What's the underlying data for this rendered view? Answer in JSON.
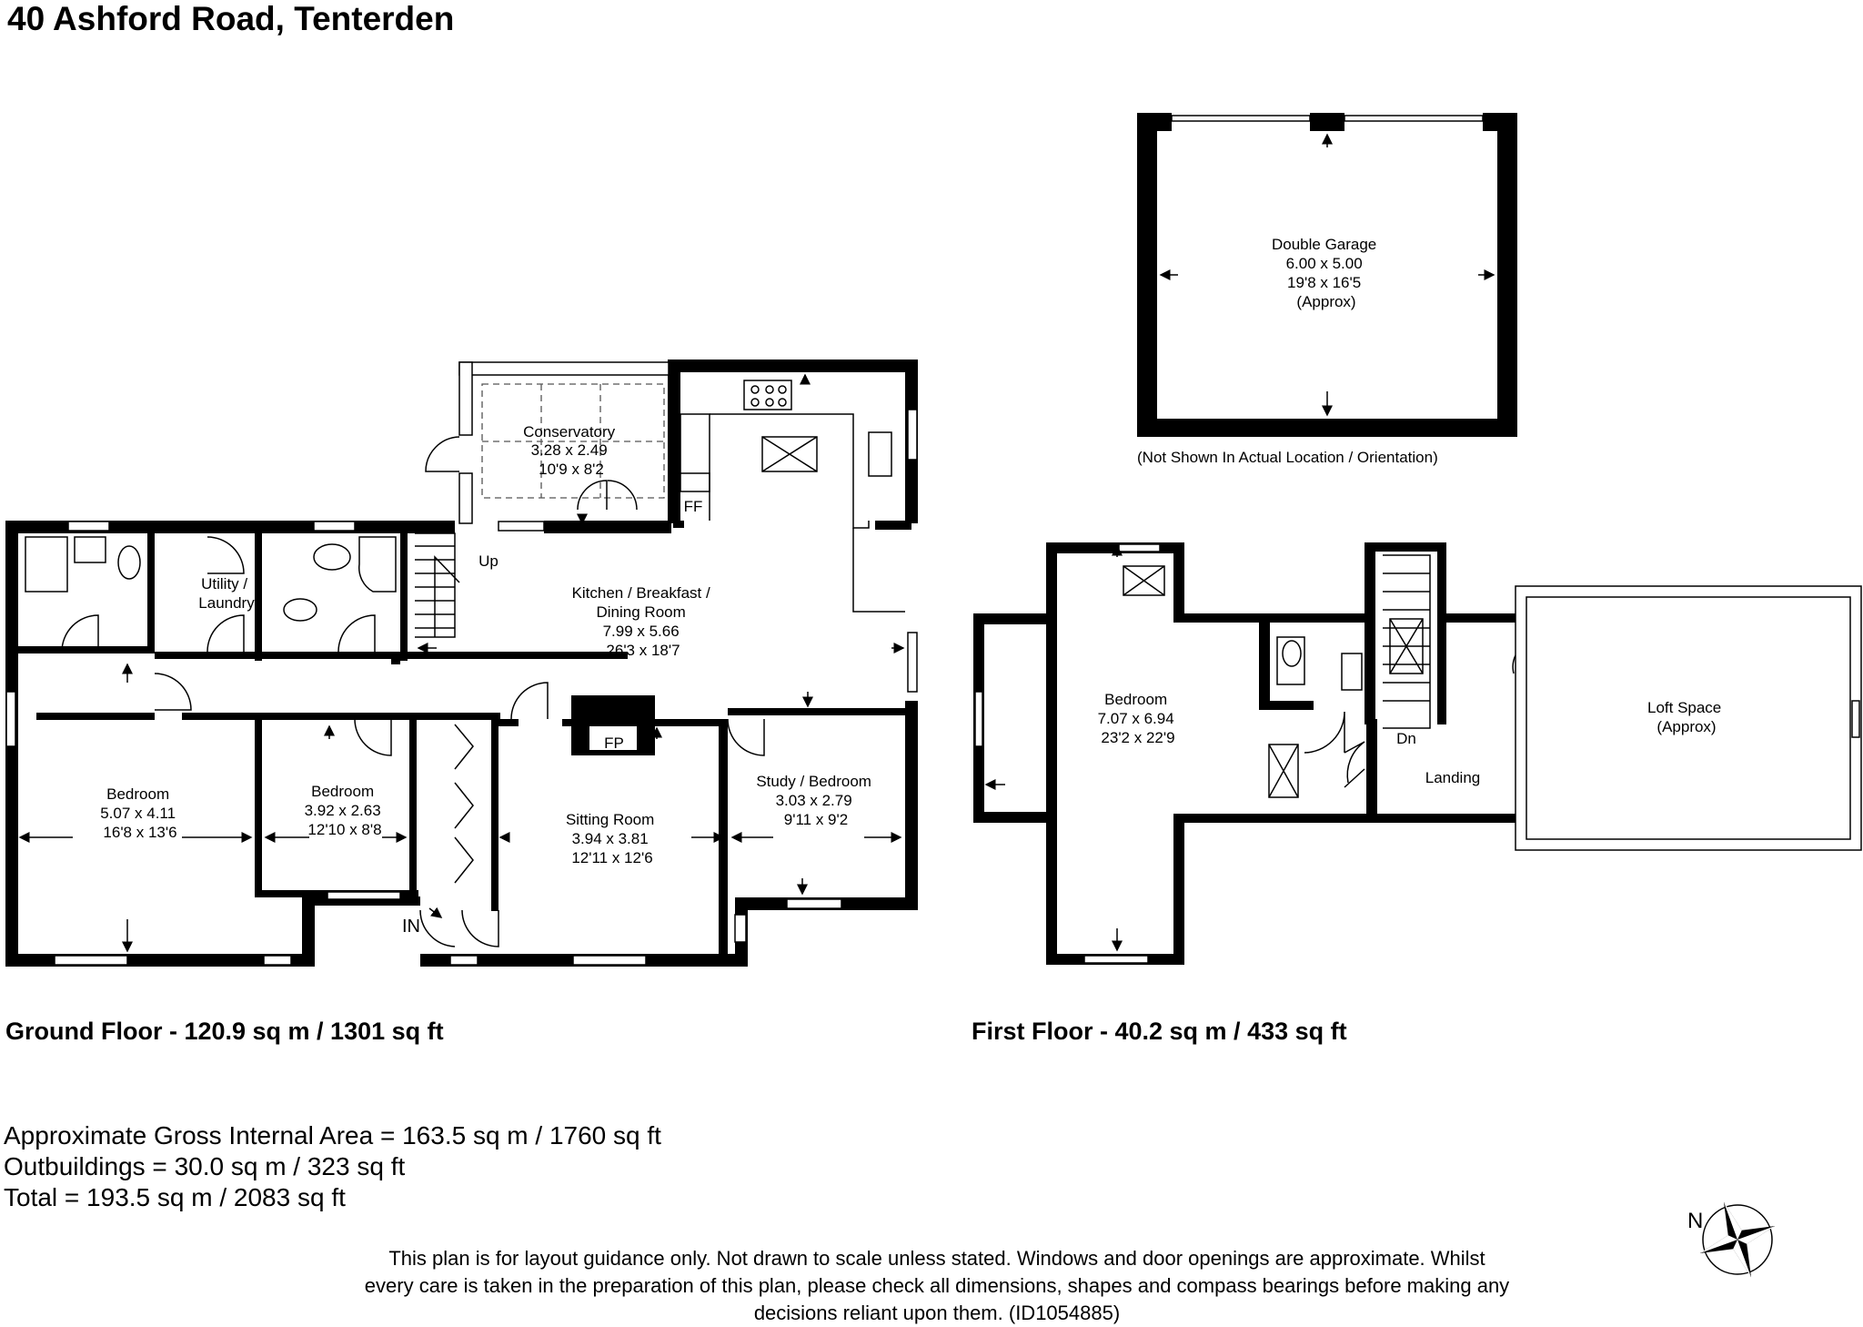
{
  "title": "40 Ashford Road, Tenterden",
  "floors": {
    "ground": {
      "label": "Ground Floor - 120.9 sq m / 1301 sq ft",
      "rooms": {
        "conservatory": [
          "Conservatory",
          "3.28 x 2.49",
          "10'9 x 8'2"
        ],
        "kitchen": [
          "Kitchen / Breakfast /",
          "Dining Room",
          "7.99 x 5.66",
          "26'3 x 18'7"
        ],
        "utility": [
          "Utility /",
          "Laundry"
        ],
        "bedroom_1": [
          "Bedroom",
          "5.07 x 4.11",
          "16'8 x 13'6"
        ],
        "bedroom_2": [
          "Bedroom",
          "3.92 x 2.63",
          "12'10 x 8'8"
        ],
        "sitting": [
          "Sitting Room",
          "3.94 x 3.81",
          "12'11 x 12'6"
        ],
        "study": [
          "Study / Bedroom",
          "3.03 x 2.79",
          "9'11 x 9'2"
        ]
      },
      "labels": {
        "up": "Up",
        "ff": "FF",
        "fp": "FP",
        "in": "IN"
      }
    },
    "garage": {
      "room": [
        "Double Garage",
        "6.00 x 5.00",
        "19'8 x 16'5",
        "(Approx)"
      ],
      "note": "(Not Shown In Actual Location / Orientation)"
    },
    "first": {
      "label": "First Floor - 40.2 sq m / 433 sq ft",
      "rooms": {
        "bedroom": [
          "Bedroom",
          "7.07 x 6.94",
          "23'2 x 22'9"
        ],
        "landing": [
          "Landing"
        ],
        "loft": [
          "Loft Space",
          "(Approx)"
        ]
      },
      "labels": {
        "dn": "Dn"
      }
    }
  },
  "areas": {
    "gross": "Approximate Gross Internal Area = 163.5 sq m / 1760 sq ft",
    "outbuildings": "Outbuildings = 30.0 sq m / 323 sq ft",
    "total": "Total = 193.5 sq m / 2083 sq ft"
  },
  "compass": {
    "north": "N"
  },
  "disclaimer": "This plan is for layout guidance only. Not drawn to scale unless stated. Windows and door openings are approximate. Whilst every care is taken in the preparation of this plan, please check all dimensions, shapes and compass bearings before making any decisions reliant upon them. (ID1054885)"
}
